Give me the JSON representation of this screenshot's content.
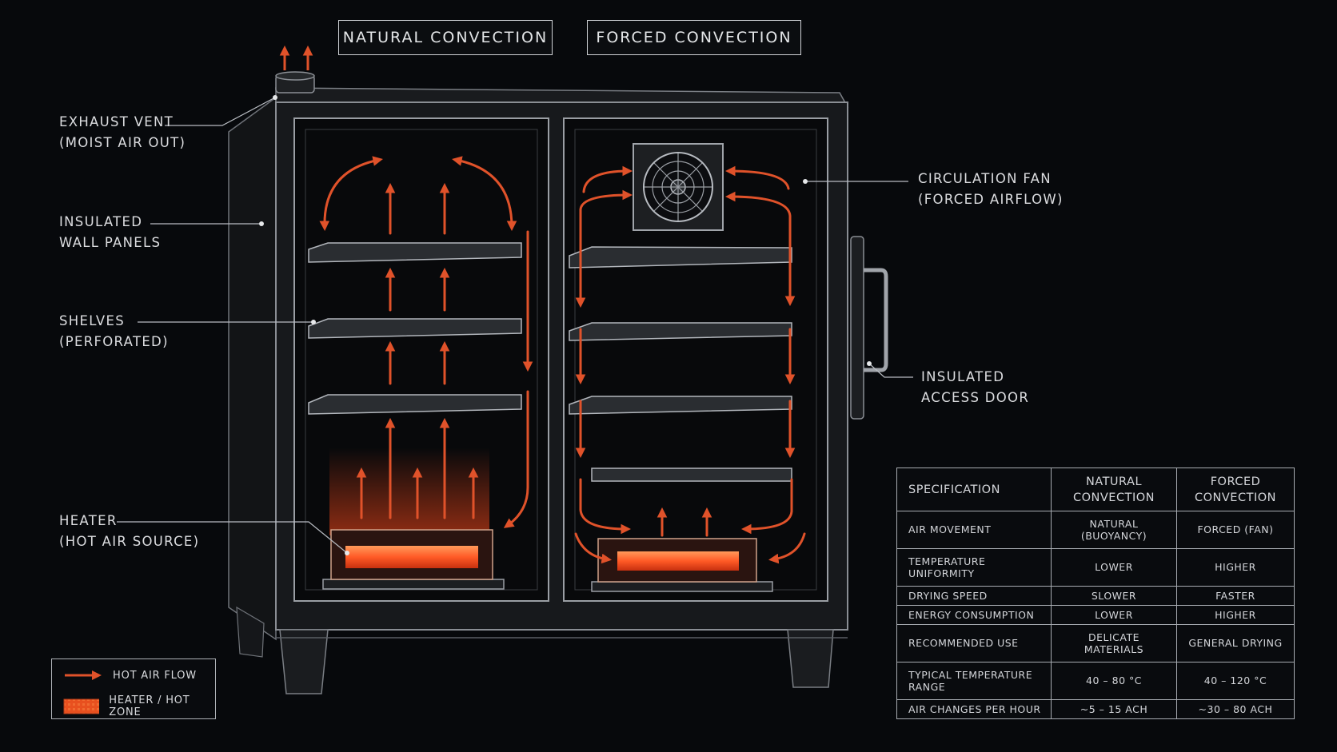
{
  "headers": {
    "natural": "NATURAL CONVECTION",
    "forced": "FORCED CONVECTION"
  },
  "callouts": {
    "exhaust": "EXHAUST VENT\n(MOIST AIR OUT)",
    "walls": "INSULATED\nWALL PANELS",
    "shelves": "SHELVES\n(PERFORATED)",
    "heater": "HEATER\n(HOT AIR SOURCE)",
    "fan": "CIRCULATION FAN\n(FORCED AIRFLOW)",
    "door": "INSULATED\nACCESS DOOR"
  },
  "legend": {
    "flow": "HOT AIR FLOW",
    "heat": "HEATER / HOT ZONE"
  },
  "table": {
    "head": {
      "spec": "SPECIFICATION",
      "natural": "NATURAL\nCONVECTION",
      "forced": "FORCED\nCONVECTION"
    },
    "rows": [
      {
        "spec": "AIR MOVEMENT",
        "natural": "NATURAL (BUOYANCY)",
        "forced": "FORCED (FAN)"
      },
      {
        "spec": "TEMPERATURE UNIFORMITY",
        "natural": "LOWER",
        "forced": "HIGHER"
      },
      {
        "spec": "DRYING SPEED",
        "natural": "SLOWER",
        "forced": "FASTER"
      },
      {
        "spec": "ENERGY CONSUMPTION",
        "natural": "LOWER",
        "forced": "HIGHER"
      },
      {
        "spec": "RECOMMENDED USE",
        "natural": "DELICATE MATERIALS",
        "forced": "GENERAL DRYING"
      },
      {
        "spec": "TYPICAL TEMPERATURE RANGE",
        "natural": "40 – 80 °C",
        "forced": "40 – 120 °C"
      },
      {
        "spec": "AIR CHANGES PER HOUR",
        "natural": "~5 – 15 ACH",
        "forced": "~30 – 80 ACH"
      }
    ]
  },
  "colors": {
    "hot_air": "#e0522a",
    "heater": "#ff5a26",
    "cabinet": "#1b1d20",
    "outline": "#8a8e94",
    "background": "#07090c"
  }
}
